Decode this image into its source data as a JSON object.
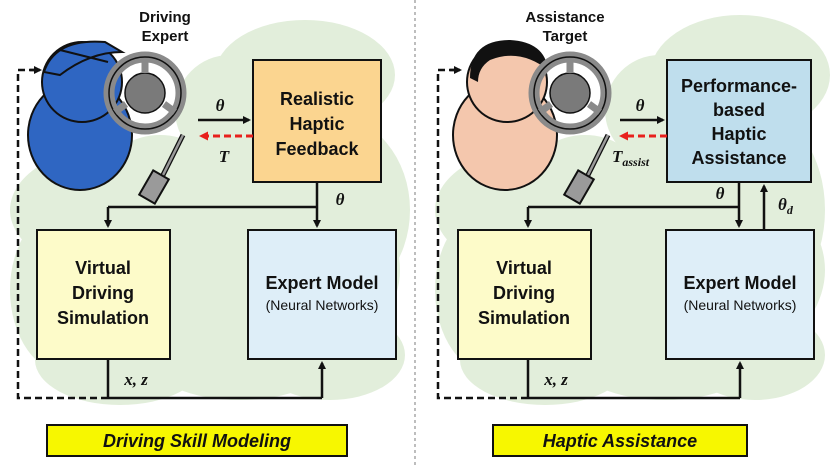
{
  "colors": {
    "cloud": "#e2eedb",
    "haptic_left": "#fbd590",
    "haptic_right": "#bfdeed",
    "simulation": "#fdfbc9",
    "expert_model": "#deeef8",
    "caption_bg": "#f7f700",
    "helmet": "#2f66c2",
    "body_left": "#2f66c2",
    "skin": "#f4c7ad",
    "hair": "#111111",
    "red_arrow": "#e8201c",
    "wheel": "#8a8a8a"
  },
  "left": {
    "person_label": [
      "Driving",
      "Expert"
    ],
    "haptic_box": [
      "Realistic",
      "Haptic",
      "Feedback"
    ],
    "sim_box": [
      "Virtual",
      "Driving",
      "Simulation"
    ],
    "model_title": "Expert Model",
    "model_sub": "(Neural Networks)",
    "theta_in": "θ",
    "torque": "T",
    "theta_down": "θ",
    "state": "x, z",
    "caption": "Driving Skill Modeling"
  },
  "right": {
    "person_label": [
      "Assistance",
      "Target"
    ],
    "haptic_box": [
      "Performance-",
      "based",
      "Haptic",
      "Assistance"
    ],
    "sim_box": [
      "Virtual",
      "Driving",
      "Simulation"
    ],
    "model_title": "Expert Model",
    "model_sub": "(Neural Networks)",
    "theta_in": "θ",
    "torque": "T",
    "torque_sub": "assist",
    "theta_down": "θ",
    "theta_d": "θ",
    "theta_d_sub": "d",
    "state": "x, z",
    "caption": "Haptic Assistance"
  }
}
